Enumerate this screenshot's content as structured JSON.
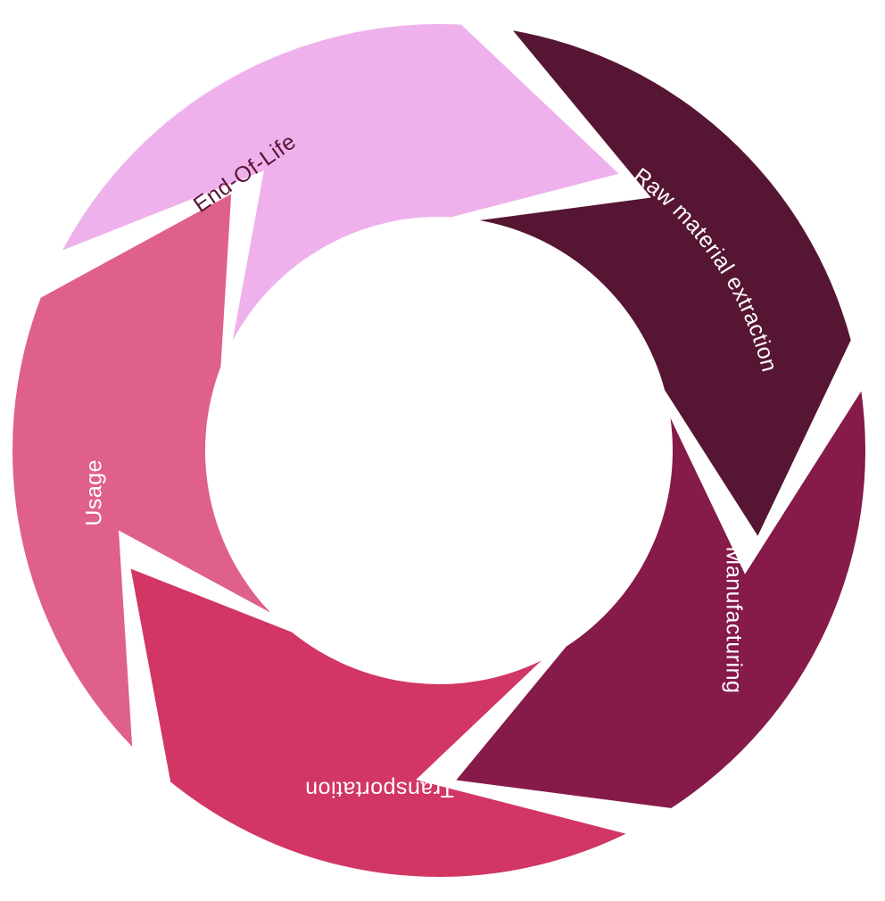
{
  "diagram": {
    "type": "cycle",
    "stages": [
      {
        "id": "raw-material-extraction",
        "label": "Raw material extraction",
        "fill": "#561633",
        "text_color": "#ffffff"
      },
      {
        "id": "manufacturing",
        "label": "Manufacturing",
        "fill": "#861a49",
        "text_color": "#ffffff"
      },
      {
        "id": "transportation",
        "label": "Transportation",
        "fill": "#d13664",
        "text_color": "#ffffff"
      },
      {
        "id": "usage",
        "label": "Usage",
        "fill": "#df5f8d",
        "text_color": "#ffffff"
      },
      {
        "id": "end-of-life",
        "label": "End-Of-Life",
        "fill": "#efb1ec",
        "text_color": "#5a1535"
      }
    ],
    "flow_direction": "clockwise",
    "background": "#ffffff",
    "center_fill": "#ffffff"
  }
}
